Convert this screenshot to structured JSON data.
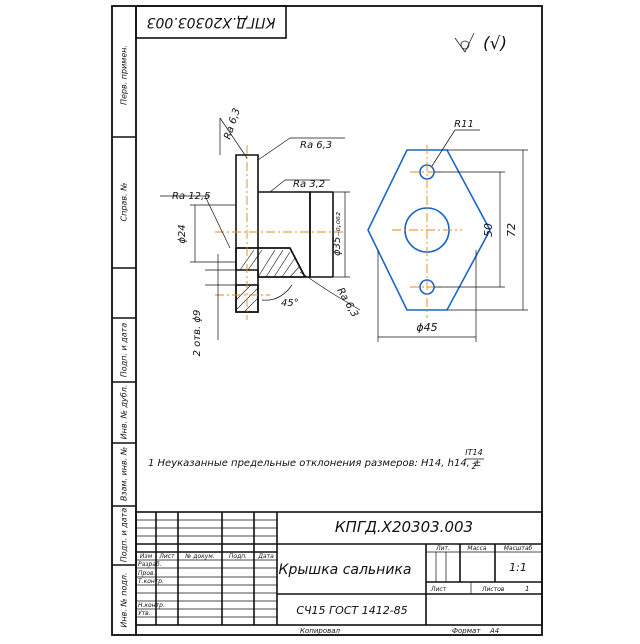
{
  "drawing": {
    "code_top": "КПГД.Х20303.003",
    "roughness_symbol": "(√)",
    "dimensions": {
      "ra_63_top": "Ra 6,3",
      "ra_63_flange": "Ra 6,3",
      "ra_125": "Ra 12,5",
      "ra_32": "Ra 3,2",
      "ra_63_chamfer": "Ra 6,3",
      "d24": "ϕ24",
      "d35": "ϕ35₋₀,₀₆₂",
      "holes": "2 отв. ϕ9",
      "angle": "45°",
      "r11": "R11",
      "d50": "50",
      "d72": "72",
      "d45": "ϕ45"
    },
    "note_main": "1 Неуказанные предельные отклонения размеров: H14, h14, ±",
    "note_frac_num": "IT14",
    "note_frac_den": "2"
  },
  "left_strip": {
    "primary_use": "Перв. примен.",
    "reference_no": "Справ. №",
    "sign_date_1": "Подп. и дата",
    "inv_dubl": "Инв. № дубл.",
    "vzam_inv": "Взам. инв. №",
    "sign_date_2": "Подп. и дата",
    "inv_orig": "Инв. № подл."
  },
  "title_block": {
    "code": "КПГД.Х20303.003",
    "title": "Крышка сальника",
    "material": "СЧ15 ГОСТ 1412-85",
    "headers": {
      "change": "Изм",
      "sheet": "Лист",
      "doc_no": "№ докум.",
      "sign": "Подп.",
      "date": "Дата"
    },
    "roles": [
      "Разраб.",
      "Пров.",
      "Т.контр.",
      "",
      "Н.контр.",
      "Утв."
    ],
    "lit": "Лит.",
    "mass": "Масса",
    "scale": "Масштаб",
    "scale_value": "1:1",
    "sheet_label": "Лист",
    "sheets_label": "Листов",
    "sheets_value": "1"
  },
  "footer": {
    "copied": "Копировал",
    "format": "Формат",
    "format_value": "А4"
  }
}
